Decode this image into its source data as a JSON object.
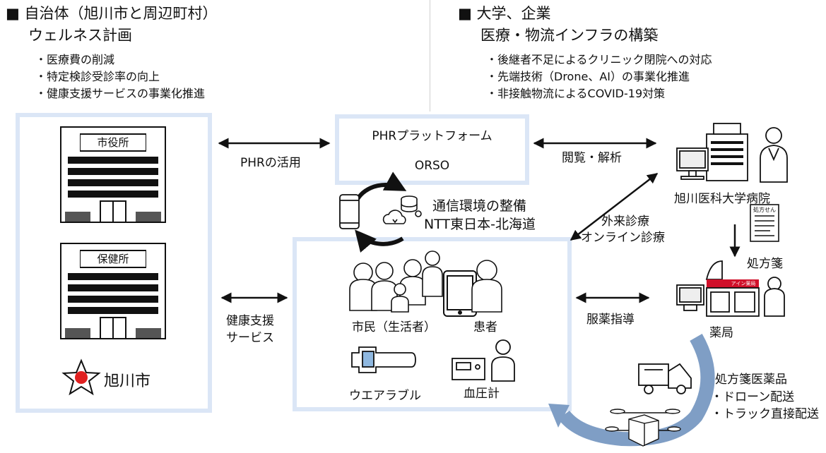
{
  "left_header": {
    "title_line1": "■ 自治体（旭川市と周辺町村）",
    "title_line2": "ウェルネス計画",
    "bullets": [
      "・医療費の削減",
      "・特定検診受診率の向上",
      "・健康支援サービスの事業化推進"
    ]
  },
  "right_header": {
    "title_line1": "■ 大学、企業",
    "title_line2": "医療・物流インフラの構築",
    "bullets": [
      "・後継者不足によるクリニック閉院への対応",
      "・先端技術（Drone、AI）の事業化推進",
      "・非接触物流によるCOVID-19対策"
    ]
  },
  "left_panel": {
    "city_office_sign": "市役所",
    "health_center_sign": "保健所",
    "city_name": "旭川市"
  },
  "platform": {
    "line1": "PHRプラットフォーム",
    "line2": "ORSO"
  },
  "network": {
    "line1": "通信環境の整備",
    "line2": "NTT東日本-北海道"
  },
  "center_panel": {
    "citizens_label": "市民（生活者）",
    "patient_label": "患者",
    "wearable_label": "ウエアラブル",
    "bp_label": "血圧計"
  },
  "connections": {
    "phr_use": "PHRの活用",
    "view_analyze": "閲覧・解析",
    "outpatient_line1": "外来診療",
    "outpatient_line2": "オンライン診療",
    "health_support_line1": "健康支援",
    "health_support_line2": "サービス",
    "medication_guidance": "服薬指導",
    "prescription": "処方箋"
  },
  "right_nodes": {
    "hospital": "旭川医科大学病院",
    "pharmacy": "薬局",
    "prescription_form_text": "処方せん",
    "pharmacy_sign": "アイン薬局"
  },
  "delivery": {
    "line1": "処方箋医薬品",
    "line2": "・ドローン配送",
    "line3": "・トラック直接配送"
  },
  "colors": {
    "panel_border": "#dbe6f6",
    "sweep_arrow": "#7f9ec5",
    "city_mark_red": "#e02020",
    "pharmacy_red": "#d0102a"
  }
}
